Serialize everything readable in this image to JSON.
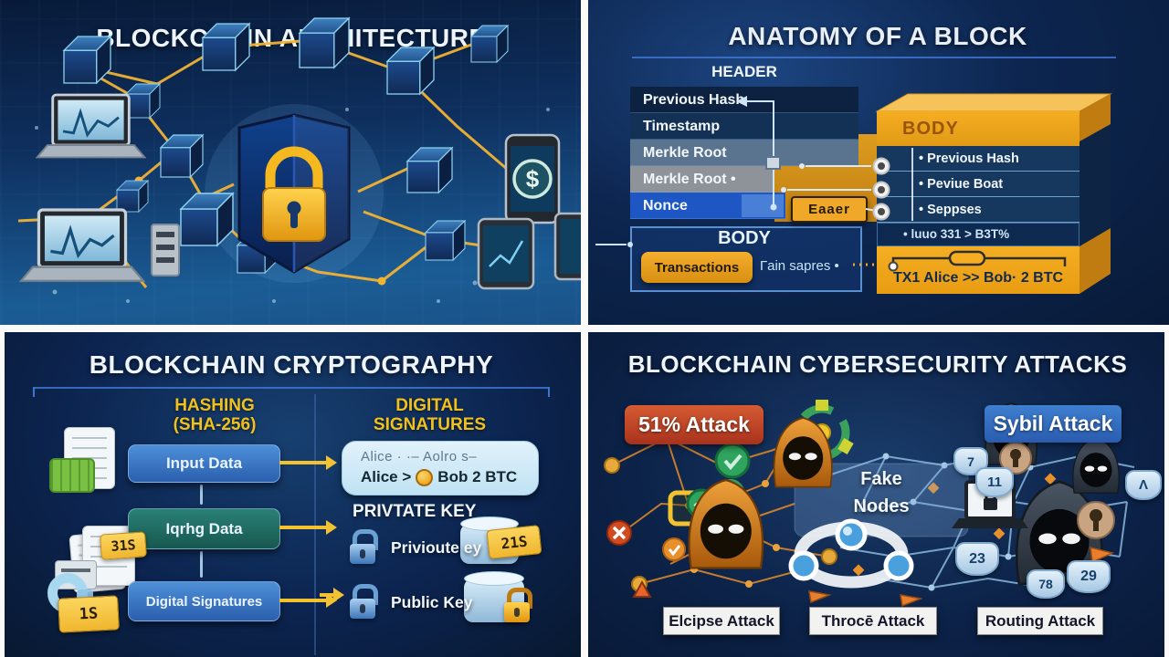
{
  "panel_architecture": {
    "title": "BLOCKCHAIN ARCHITECTURE",
    "phone_dollar_symbol": "$"
  },
  "panel_block_anatomy": {
    "title": "ANATOMY OF A BLOCK",
    "header_label": "HEADER",
    "header_rows": [
      "Previous Hash",
      "Timestamp",
      "Merkle Root",
      "Merkle Root •",
      "Nonce"
    ],
    "nonce_button_label": "Eaaer",
    "body_label": "BODY",
    "transactions_button_label": "Transactions",
    "body_note": "Гain sapres •",
    "block_3d": {
      "label": "BODY",
      "items": [
        "• Previous Hash",
        "• Peviue Boat",
        "• Seppses"
      ],
      "highlight_item": "• luuo 331 > B3T%",
      "transaction_text": "TX1 Alice >> Bob· 2 BTC"
    }
  },
  "panel_cryptography": {
    "title": "BLOCKCHAIN CRYPTOGRAPHY",
    "hashing_heading": [
      "HASHING",
      "(SHA-256)"
    ],
    "signatures_heading": [
      "DIGITAL",
      "SIGNATURES"
    ],
    "flow_buttons": [
      "Input Data",
      "Iqrhg Data",
      "Digital Signatures"
    ],
    "alice_box": {
      "line1": "Alice · ·– Aolro s–",
      "line2_left": "Alice >",
      "line2_right": "Bob 2 BTC"
    },
    "private_key_heading": "PRIVTATE KEY",
    "private_key_label": "Privioute ey",
    "public_key_label": "Public Key",
    "sticky_tags": [
      "31S",
      "1S",
      "21S"
    ]
  },
  "panel_attacks": {
    "title": "BLOCKCHAIN CYBERSECURITY ATTACKS",
    "badge_51_attack": "51% Attack",
    "badge_sybil_attack": "Sybil Attack",
    "fake_nodes_label": [
      "Fake",
      "Nodes"
    ],
    "attack_labels": [
      "Elcipse Attack",
      "Throcē Attack",
      "Routing Attack"
    ],
    "node_numbers": [
      "7",
      "11",
      "23",
      "78",
      "29",
      "Λ"
    ]
  },
  "colors": {
    "accent_yellow": "#F2C230",
    "accent_orange": "#F0A51F",
    "badge_red": "#C03A25",
    "badge_blue": "#2F6FC0",
    "navy_background": "#0B1E40",
    "success_green": "#2FA45F"
  }
}
